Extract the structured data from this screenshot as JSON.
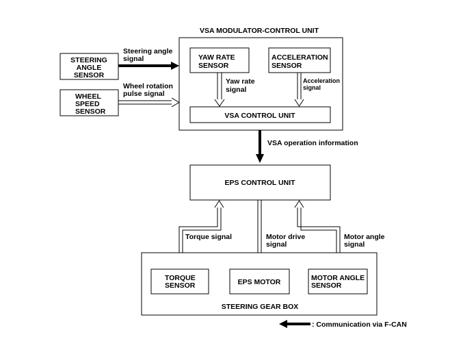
{
  "diagram": {
    "vsa_unit_title": "VSA MODULATOR-CONTROL UNIT",
    "steering_angle_sensor": [
      "STEERING",
      "ANGLE",
      "SENSOR"
    ],
    "wheel_speed_sensor": [
      "WHEEL",
      "SPEED",
      "SENSOR"
    ],
    "steering_angle_signal": [
      "Steering angle",
      "signal"
    ],
    "wheel_rotation_signal": [
      "Wheel rotation",
      "pulse signal"
    ],
    "yaw_rate_sensor": [
      "YAW RATE",
      "SENSOR"
    ],
    "acceleration_sensor": [
      "ACCELERATION",
      "SENSOR"
    ],
    "yaw_rate_signal": [
      "Yaw rate",
      "signal"
    ],
    "acceleration_signal": [
      "Acceleration",
      "signal"
    ],
    "vsa_control_unit": "VSA CONTROL UNIT",
    "vsa_operation_info": "VSA operation information",
    "eps_control_unit": "EPS CONTROL UNIT",
    "torque_signal": "Torque signal",
    "motor_drive_signal": [
      "Motor drive",
      "signal"
    ],
    "motor_angle_signal": [
      "Motor angle",
      "signal"
    ],
    "torque_sensor": [
      "TORQUE",
      "SENSOR"
    ],
    "eps_motor": "EPS MOTOR",
    "motor_angle_sensor": [
      "MOTOR ANGLE",
      "SENSOR"
    ],
    "steering_gear_box": "STEERING GEAR BOX",
    "legend_text": ": Communication via F-CAN"
  }
}
